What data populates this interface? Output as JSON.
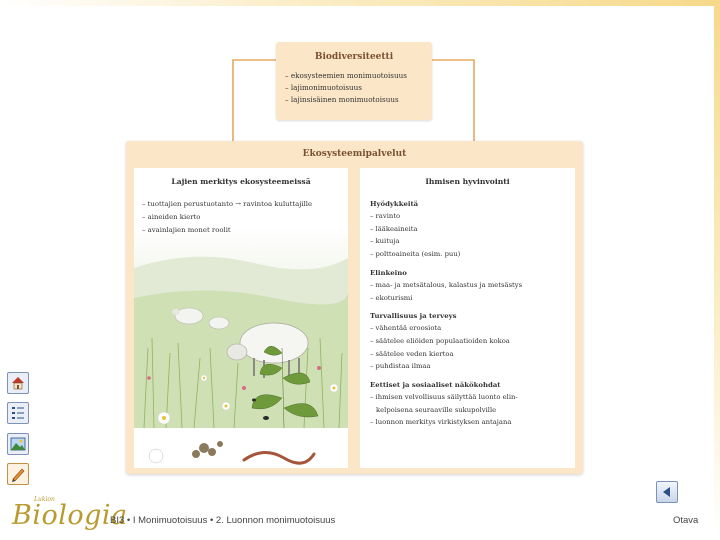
{
  "diagram": {
    "biodiversity": {
      "title": "Biodiversiteetti",
      "items": [
        "– ekosysteemien monimuotoisuus",
        "– lajimonimuotoisuus",
        "– lajinsisäinen monimuotoisuus"
      ]
    },
    "ecosystem_services": {
      "title": "Ekosysteemipalvelut",
      "species_panel": {
        "title": "Lajien merkitys ekosysteemeissä",
        "items": [
          "– tuottajien perustuotanto → ravintoa kuluttajille",
          "– aineiden kierto",
          "– avainlajien monet roolit"
        ]
      },
      "wellbeing_panel": {
        "title": "Ihmisen hyvinvointi",
        "sections": [
          {
            "heading": "Hyödykkeitä",
            "items": [
              "– ravinto",
              "– lääkeaineita",
              "– kuituja",
              "– polttoaineita (esim. puu)"
            ]
          },
          {
            "heading": "Elinkeino",
            "items": [
              "– maa- ja metsätalous, kalastus ja metsästys",
              "– ekoturismi"
            ]
          },
          {
            "heading": "Turvallisuus ja terveys",
            "items": [
              "– vähentää eroosiota",
              "– säätelee eliöiden populaatioiden kokoa",
              "– säätelee veden kiertoa",
              "– puhdistaa ilmaa"
            ]
          },
          {
            "heading": "Eettiset ja sosiaaliset näkökohdat",
            "items": [
              "– ihmisen velvollisuus säilyttää luonto elin-",
              "kelpoisena seuraaville sukupolville",
              "– luonnon merkitys virkistyksen antajana"
            ]
          }
        ]
      }
    }
  },
  "sidebar": {
    "icons": [
      "home-icon",
      "list-icon",
      "image-icon",
      "pencil-icon"
    ]
  },
  "footer": {
    "logo_small": "Lukion",
    "logo_main": "Biologia",
    "breadcrumb": "BI3 • I Monimuotoisuus • 2. Luonnon monimuotoisuus",
    "publisher": "Otava"
  },
  "colors": {
    "panel_bg": "#fbe6c8",
    "arrow": "#e5a862",
    "logo": "#b99a2e",
    "title_text": "#7a5230"
  }
}
